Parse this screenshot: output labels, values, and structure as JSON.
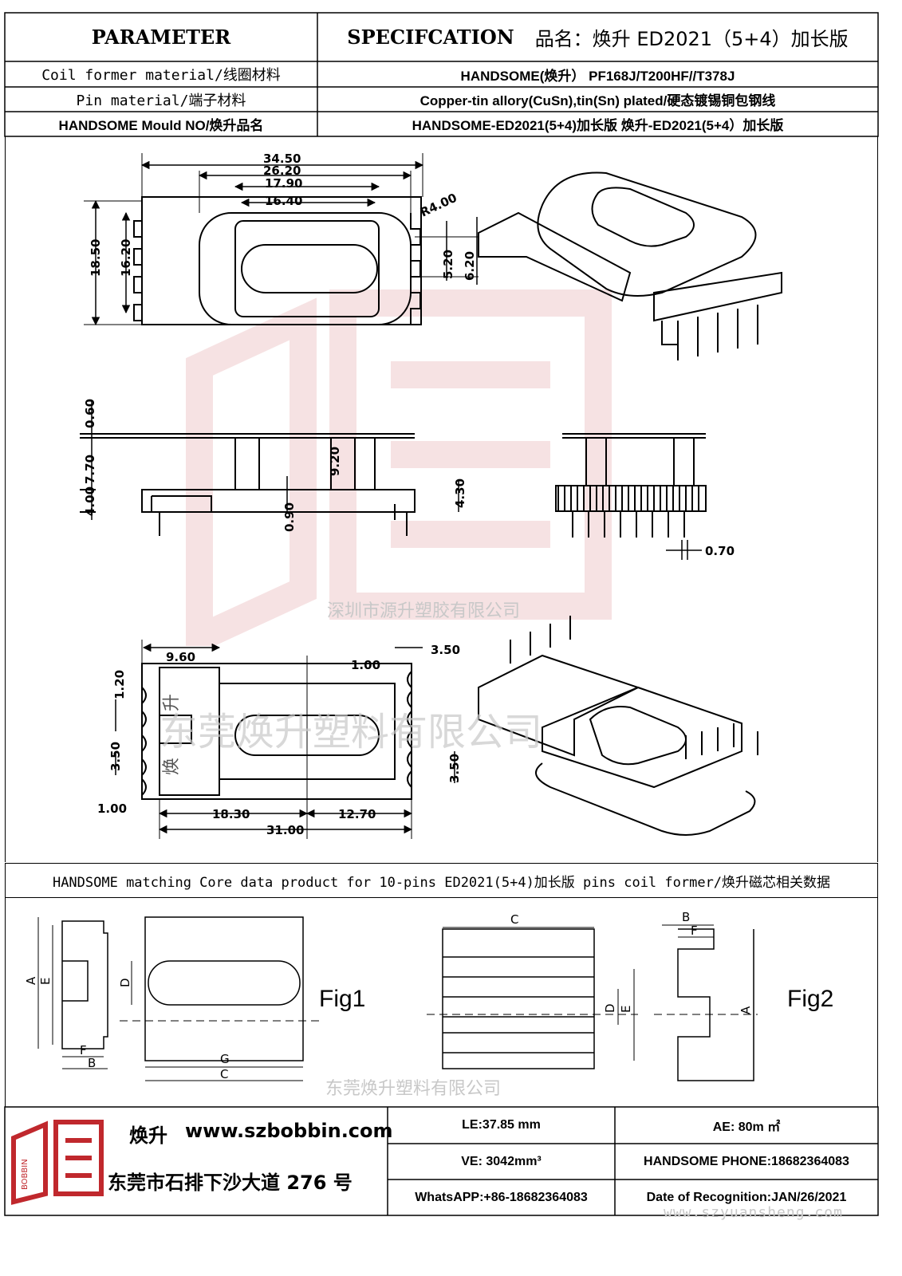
{
  "header": {
    "parameter": "PARAMETER",
    "specification": "SPECIFCATION",
    "product_name": "品名：焕升 ED2021（5+4）加长版"
  },
  "rows": [
    {
      "label": "Coil former material/线圈材料",
      "value": "HANDSOME(焕升）  PF168J/T200HF//T378J"
    },
    {
      "label": "Pin material/端子材料",
      "value": "Copper-tin allory(CuSn),tin(Sn) plated/硬态镀锡铜包钢线"
    },
    {
      "label": "HANDSOME Mould NO/焕升品名",
      "value": "HANDSOME-ED2021(5+4)加长版 焕升-ED2021(5+4）加长版"
    }
  ],
  "drawing": {
    "top_view_dims": [
      "34.50",
      "26.20",
      "17.90",
      "16.40",
      "R4.00",
      "18.50",
      "16.20",
      "5.20",
      "6.20"
    ],
    "side_view_dims": [
      "0.60",
      "7.70",
      "4.00",
      "9.20",
      "0.90",
      "4.30",
      "0.70"
    ],
    "bottom_view_dims": [
      "9.60",
      "1.00",
      "3.50",
      "1.20",
      "3.50",
      "3.50",
      "1.00",
      "18.30",
      "12.70",
      "31.00"
    ],
    "bobbin_marks": [
      "焕",
      "升"
    ]
  },
  "watermarks": {
    "company_mid": "深圳市源升塑胶有限公司",
    "company_big": "东莞焕升塑料有限公司",
    "company_small": "东莞焕升塑料有限公司",
    "site": "www.szyuansheng.com"
  },
  "core_section": {
    "title": "HANDSOME matching Core data  product for 10-pins ED2021(5+4)加长版 pins coil former/焕升磁芯相关数据",
    "fig1": "Fig1",
    "fig2": "Fig2",
    "fig1_letters": {
      "a": "A",
      "e": "E",
      "f": "F",
      "b": "B",
      "d": "D",
      "g": "G",
      "c": "C"
    },
    "fig2_letters": {
      "c": "C",
      "d": "D",
      "e": "E",
      "b": "B",
      "f": "F",
      "a": "A"
    }
  },
  "footer": {
    "brand": "焕升",
    "website": "www.szbobbin.com",
    "address": "东莞市石排下沙大道 276 号",
    "le": "LE:37.85 mm",
    "ae": "AE: 80m ㎡",
    "ve": "VE: 3042mm³",
    "phone": "HANDSOME PHONE:18682364083",
    "whatsapp": "WhatsAPP:+86-18682364083",
    "date": "Date of Recognition:JAN/26/2021",
    "logo_text": "BOBBIN"
  },
  "colors": {
    "watermark": "#c8c8c8",
    "logo_red": "#c0282d",
    "line": "#000000"
  }
}
